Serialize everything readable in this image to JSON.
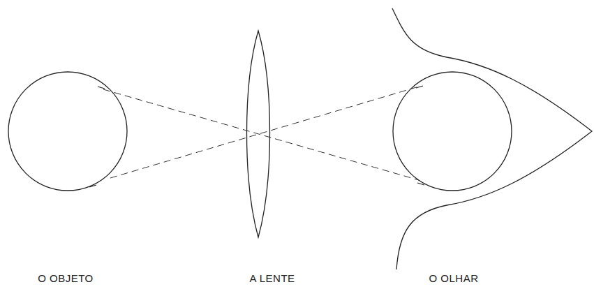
{
  "diagram": {
    "labels": [
      "O OBJETO",
      "A LENTE",
      "O OLHAR"
    ]
  }
}
